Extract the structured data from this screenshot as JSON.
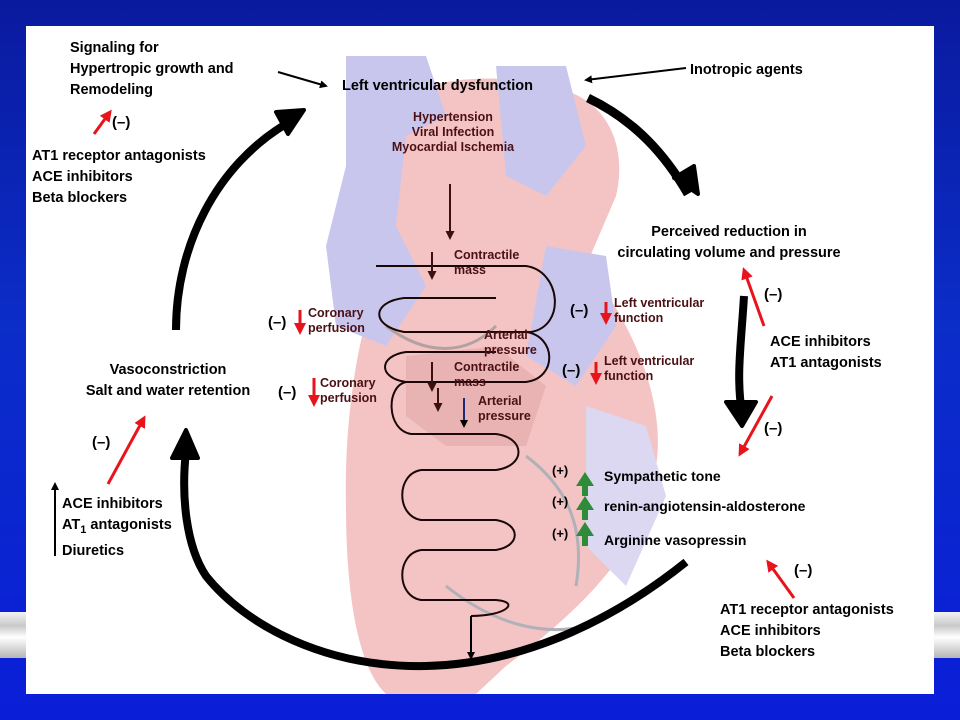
{
  "top_center": "Left ventricular dysfunction",
  "inotropic": "Inotropic agents",
  "signaling": [
    "Signaling for",
    "Hypertropic growth and",
    "Remodeling"
  ],
  "minus": "(–)",
  "plus": "(+)",
  "tl_drugs": [
    "AT1 receptor antagonists",
    "ACE inhibitors",
    "Beta blockers"
  ],
  "causes": [
    "Hypertension",
    "Viral Infection",
    "Myocardial Ischemia"
  ],
  "perceived": [
    "Perceived reduction in",
    "circulating volume and pressure"
  ],
  "right_drugs": [
    "ACE inhibitors",
    "AT1 antagonists"
  ],
  "vaso": [
    "Vasoconstriction",
    "Salt and water retention"
  ],
  "left_drugs": {
    "ace": "ACE inhibitors",
    "at_main": "AT",
    "at_sub": "1",
    "at_rest": " antagonists",
    "diuretics": "Diuretics"
  },
  "heart_labels": {
    "contractile": [
      "Contractile",
      "mass"
    ],
    "coronary": [
      "Coronary",
      "perfusion"
    ],
    "arterial": [
      "Arterial",
      "pressure"
    ],
    "lv_function": [
      "Left ventricular",
      "function"
    ]
  },
  "neuro": [
    "Sympathetic tone",
    "renin-angiotensin-aldosterone",
    "Arginine vasopressin"
  ],
  "br_drugs": [
    "AT1 receptor antagonists",
    "ACE inhibitors",
    "Beta blockers"
  ],
  "colors": {
    "background": "#0a1ed8",
    "heart_red": "#f4c4c4",
    "heart_blue": "#c9c6ee",
    "inhibit_red": "#e8141c",
    "stim_green": "#2e8b3a"
  }
}
